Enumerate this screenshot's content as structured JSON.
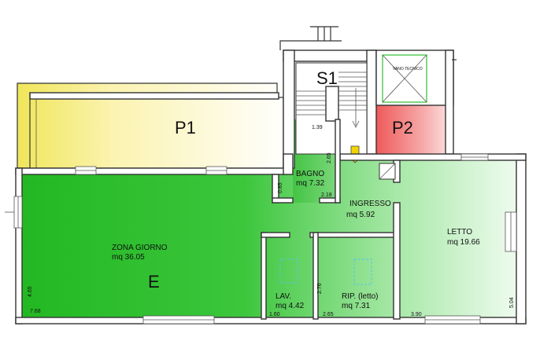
{
  "zones": {
    "p1": {
      "label": "P1"
    },
    "p2": {
      "label": "P2"
    },
    "s1": {
      "label": "S1"
    },
    "e": {
      "label": "E"
    }
  },
  "rooms": {
    "zona_giorno": {
      "name": "ZONA GIORNO",
      "area": "mq 36.05"
    },
    "bagno": {
      "name": "BAGNO",
      "area": "mq 7.32"
    },
    "ingresso": {
      "name": "INGRESSO",
      "area": "mq 5.92"
    },
    "letto": {
      "name": "LETTO",
      "area": "mq 19.66"
    },
    "lav": {
      "name": "LAV.",
      "area": "mq 4.42"
    },
    "rip": {
      "name": "RIP. (letto)",
      "area": "mq 7.31"
    },
    "vano_tecnico": {
      "name": "VANO TECNICO"
    }
  },
  "dimensions": {
    "d_139": "1.39",
    "d_265a": "2.65",
    "d_085": "0.85",
    "d_218": "2.18",
    "d_465": "4.65",
    "d_768": "7.68",
    "d_160": "1.60",
    "d_276": "2.76",
    "d_265b": "2.65",
    "d_390": "3.90",
    "d_504": "5.04"
  },
  "colors": {
    "green_dark": "#2fbf2f",
    "green_light": "#d8f5d8",
    "yellow": "#f4ee86",
    "red": "#ef6b6b",
    "arrow_yellow": "#f2d500"
  }
}
